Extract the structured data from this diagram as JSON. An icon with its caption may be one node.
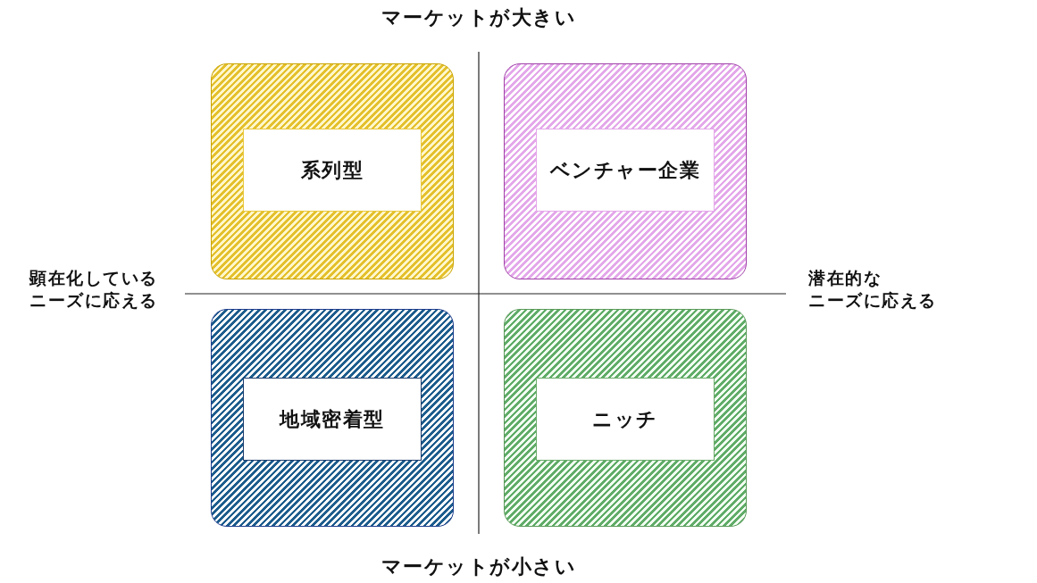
{
  "diagram": {
    "nodes": [
      {
        "text": [],
        "shape": "box"
      },
      {
        "text": [
          "系列型"
        ],
        "in": 0
      },
      {
        "text": [],
        "shape": "box"
      },
      {
        "text": [
          "ベンチャー企業"
        ],
        "in": 2
      },
      {
        "text": [],
        "shape": "box"
      },
      {
        "text": [
          "地域密着型"
        ],
        "in": 4
      },
      {
        "text": [],
        "shape": "box"
      },
      {
        "text": [
          "ニッチ"
        ],
        "in": 6
      }
    ],
    "labels": [
      "マーケットが大きい",
      "顕在化しているニーズに応える",
      "潜在的なニーズに応える",
      "マーケットが小さい"
    ]
  }
}
